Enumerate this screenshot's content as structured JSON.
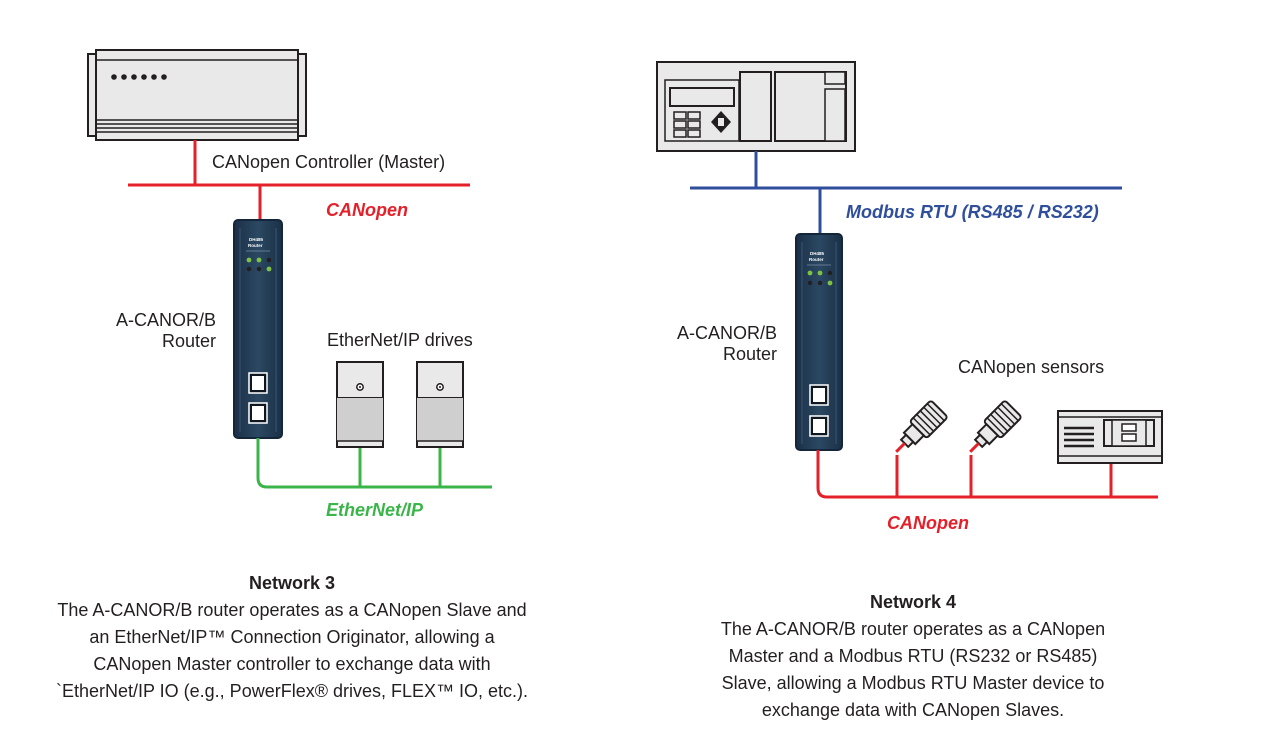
{
  "network3": {
    "controller_label": "CANopen Controller (Master)",
    "canopen_bus_label": "CANopen",
    "router_label_line1": "A-CANOR/B",
    "router_label_line2": "Router",
    "router_device_text_line1": "DH485",
    "router_device_text_line2": "Router",
    "drives_label": "EtherNet/IP drives",
    "ethernet_bus_label": "EtherNet/IP",
    "title": "Network 3",
    "desc_line1": "The A-CANOR/B router operates as a CANopen Slave and",
    "desc_line2": "an EtherNet/IP™ Connection Originator, allowing a",
    "desc_line3": "CANopen Master controller to exchange data with",
    "desc_line4": "`EtherNet/IP IO (e.g., PowerFlex® drives, FLEX™ IO, etc.)."
  },
  "network4": {
    "modbus_bus_label": "Modbus RTU (RS485 / RS232)",
    "router_label_line1": "A-CANOR/B",
    "router_label_line2": "Router",
    "router_device_text_line1": "DH485",
    "router_device_text_line2": "Router",
    "sensors_label": "CANopen sensors",
    "canopen_bus_label": "CANopen",
    "title": "Network 4",
    "desc_line1": "The A-CANOR/B router operates as a CANopen",
    "desc_line2": "Master and a Modbus RTU (RS232 or RS485)",
    "desc_line3": "Slave, allowing a Modbus RTU Master device to",
    "desc_line4": "exchange data with CANopen Slaves."
  },
  "colors": {
    "canopen": "#e4202a",
    "ethernet": "#3bb54a",
    "modbus": "#2f4e9c",
    "router_body": "#243d56",
    "device_fill": "#e9e9e9",
    "outline": "#231f20"
  }
}
